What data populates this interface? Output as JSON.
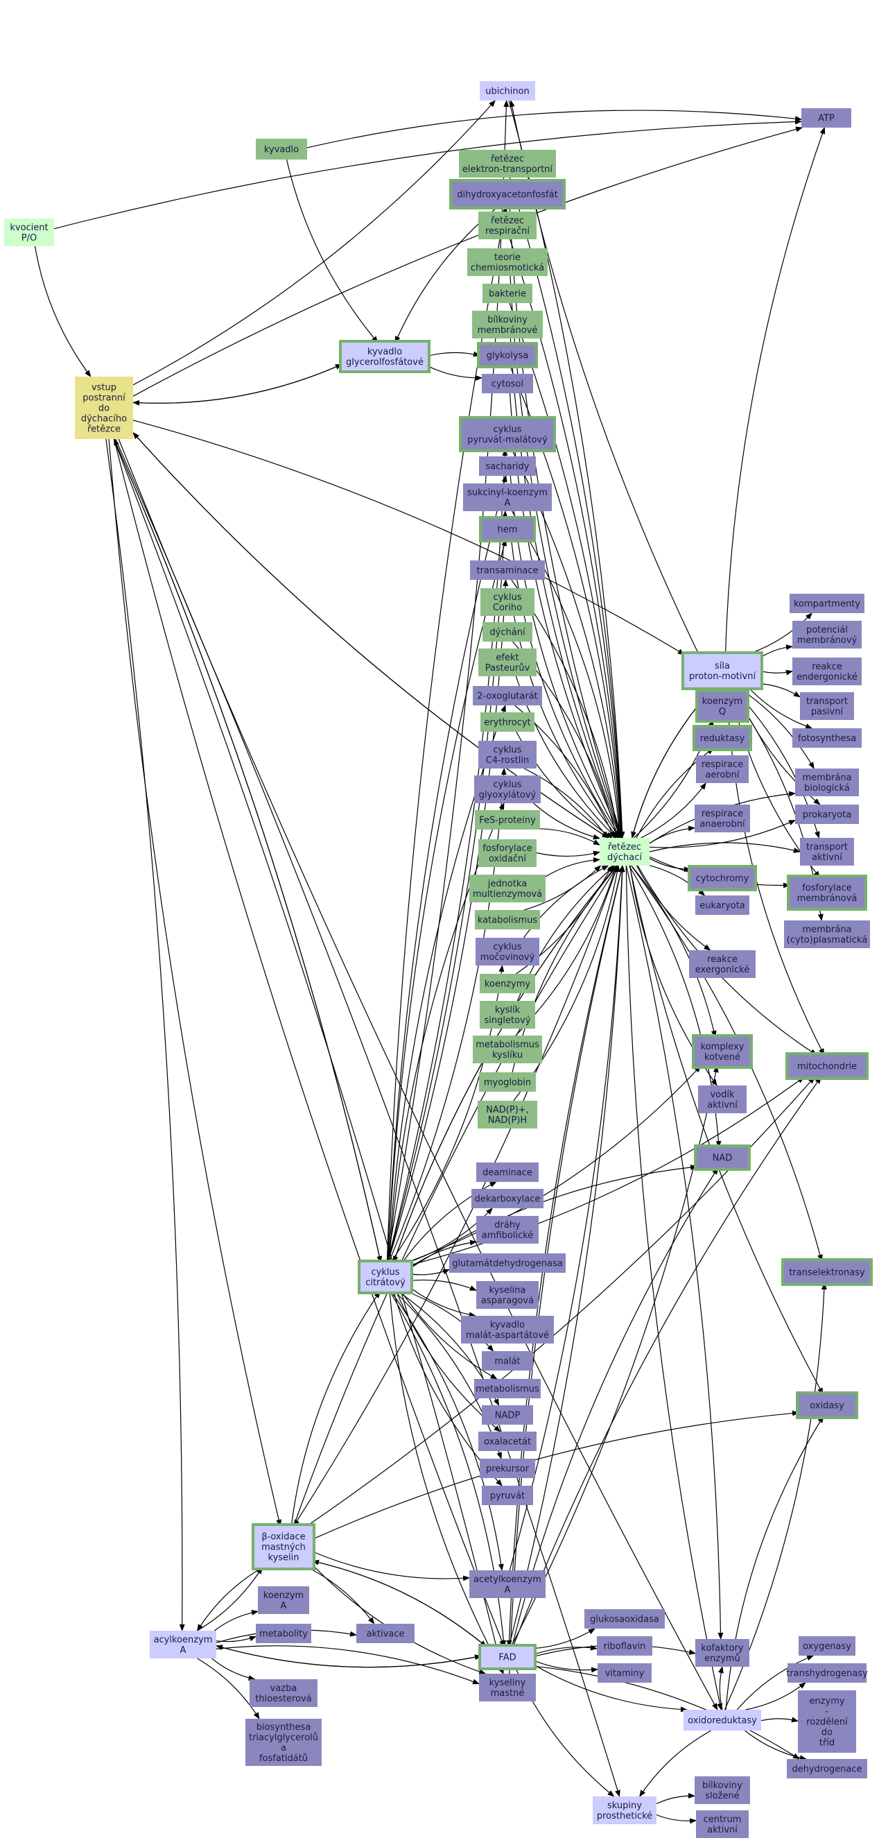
{
  "palette": {
    "green": "#8dbc86",
    "green_border": "#78b06e",
    "purple": "#8a87bf",
    "lavender": "#ccccff",
    "light_green": "#ccffcc",
    "yellow": "#e8e28a",
    "edge": "#000000"
  },
  "nodes": {
    "kvocient_po": [
      "kvocient",
      "P/O"
    ],
    "vstup": [
      "vstup",
      "postranní",
      "do",
      "dýchacího",
      "řetězce"
    ],
    "kyvadlo": [
      "kyvadlo"
    ],
    "ubichinon": [
      "ubichinon"
    ],
    "atp": [
      "ATP"
    ],
    "retezec_el": [
      "řetězec",
      "elektron-transportní"
    ],
    "dihydroxy": [
      "dihydroxyacetonfosfát"
    ],
    "retezec_resp": [
      "řetězec",
      "respirační"
    ],
    "teorie": [
      "teorie",
      "chemiosmotická"
    ],
    "bakterie": [
      "bakterie"
    ],
    "bilkoviny_m": [
      "bílkoviny",
      "membránové"
    ],
    "kyvadlo_gly": [
      "kyvadlo",
      "glycerolfosfátové"
    ],
    "glykolysa": [
      "glykolysa"
    ],
    "cytosol": [
      "cytosol"
    ],
    "cyklus_pm": [
      "cyklus",
      "pyruvát-malátový"
    ],
    "sacharidy": [
      "sacharidy"
    ],
    "sukcinyl": [
      "sukcinyl-koenzym",
      "A"
    ],
    "hem": [
      "hem"
    ],
    "transaminace": [
      "transaminace"
    ],
    "cyklus_cori": [
      "cyklus",
      "Coriho"
    ],
    "dychani": [
      "dýchání"
    ],
    "efekt": [
      "efekt",
      "Pasteurův"
    ],
    "oxoglutarat": [
      "2-oxoglutarát"
    ],
    "erythrocyt": [
      "erythrocyt"
    ],
    "cyklus_c4": [
      "cyklus",
      "C4-rostlin"
    ],
    "cyklus_glyox": [
      "cyklus",
      "glyoxylátový"
    ],
    "fes": [
      "FeS-proteiny"
    ],
    "fosforylace_ox": [
      "fosforylace",
      "oxidační"
    ],
    "jednotka": [
      "jednotka",
      "multienzymová"
    ],
    "katabolismus": [
      "katabolismus"
    ],
    "cyklus_mocov": [
      "cyklus",
      "močovinový"
    ],
    "koenzymy": [
      "koenzymy"
    ],
    "kyslik": [
      "kyslík",
      "singletový"
    ],
    "metab_kysliku": [
      "metabolismus",
      "kyslíku"
    ],
    "myoglobin": [
      "myoglobin"
    ],
    "nadph": [
      "NAD(P)+,",
      "NAD(P)H"
    ],
    "retezec_dych": [
      "řetězec",
      "dýchací"
    ],
    "kompartmenty": [
      "kompartmenty"
    ],
    "potencial": [
      "potenciál",
      "membránový"
    ],
    "reakce_end": [
      "reakce",
      "endergonické"
    ],
    "sila": [
      "síla",
      "proton-motivní"
    ],
    "transport_pas": [
      "transport",
      "pasivní"
    ],
    "koenzym_q": [
      "koenzym",
      "Q"
    ],
    "fotosynthesa": [
      "fotosynthesa"
    ],
    "reduktasy": [
      "reduktasy"
    ],
    "respirace_aer": [
      "respirace",
      "aerobní"
    ],
    "membrana_bio": [
      "membrána",
      "biologická"
    ],
    "prokaryota": [
      "prokaryota"
    ],
    "respirace_ana": [
      "respirace",
      "anaerobní"
    ],
    "transport_akt": [
      "transport",
      "aktivní"
    ],
    "cytochromy": [
      "cytochromy"
    ],
    "fosforylace_m": [
      "fosforylace",
      "membránová"
    ],
    "eukaryota": [
      "eukaryota"
    ],
    "membrana_cyto": [
      "membrána",
      "(cyto)plasmatická"
    ],
    "reakce_exer": [
      "reakce",
      "exergonické"
    ],
    "komplexy": [
      "komplexy",
      "kotvené"
    ],
    "mitochondrie": [
      "mitochondrie"
    ],
    "vodik": [
      "vodík",
      "aktivní"
    ],
    "nad": [
      "NAD"
    ],
    "deaminace": [
      "deaminace"
    ],
    "dekarboxylace": [
      "dekarboxylace"
    ],
    "drahy": [
      "dráhy",
      "amfibolické"
    ],
    "cyklus_cit": [
      "cyklus",
      "citrátový"
    ],
    "glutamat": [
      "glutamátdehydrogenasa"
    ],
    "kyselina_asp": [
      "kyselina",
      "asparagová"
    ],
    "transelektronasy": [
      "transelektronasy"
    ],
    "kyvadlo_ma": [
      "kyvadlo",
      "malát-aspartátové"
    ],
    "malat": [
      "malát"
    ],
    "metabolismus": [
      "metabolismus"
    ],
    "oxidasy": [
      "oxidasy"
    ],
    "nadp": [
      "NADP"
    ],
    "oxalacetat": [
      "oxalacetát"
    ],
    "prekursor": [
      "prekursor"
    ],
    "pyruvat": [
      "pyruvát"
    ],
    "beta_ox": [
      "β-oxidace",
      "mastných",
      "kyselin"
    ],
    "koenzym_a": [
      "koenzym",
      "A"
    ],
    "acetylkoenzym": [
      "acetylkoenzym",
      "A"
    ],
    "metabolity": [
      "metabolity"
    ],
    "aktivace": [
      "aktivace"
    ],
    "glukosoox": [
      "glukosaoxidasa"
    ],
    "acylkoenzym": [
      "acylkoenzym",
      "A"
    ],
    "kofaktory": [
      "kofaktory",
      "enzymů"
    ],
    "oxygenasy": [
      "oxygenasy"
    ],
    "riboflavin": [
      "riboflavin"
    ],
    "fad": [
      "FAD"
    ],
    "vitaminy": [
      "vitaminy"
    ],
    "transhydro": [
      "transhydrogenasy"
    ],
    "vazba": [
      "vazba",
      "thioesterová"
    ],
    "kyseliny_m": [
      "kyseliny",
      "mastné"
    ],
    "enzymy_tridy": [
      "enzymy",
      "-",
      "rozdělení",
      "do",
      "tříd"
    ],
    "oxidoreduktasy": [
      "oxidoreduktasy"
    ],
    "biosynthesa": [
      "biosynthesa",
      "triacylglycerolů",
      "a",
      "fosfatidátů"
    ],
    "dehydrogenace": [
      "dehydrogenace"
    ],
    "bilkoviny_s": [
      "bílkoviny",
      "složené"
    ],
    "skupiny": [
      "skupiny",
      "prosthetické"
    ],
    "centrum": [
      "centrum",
      "aktivní"
    ]
  }
}
